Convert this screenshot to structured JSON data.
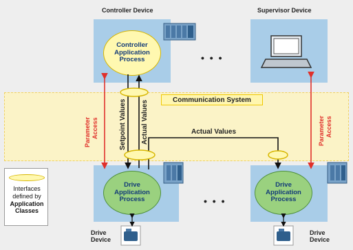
{
  "devices": {
    "controller_title": "Controller Device",
    "supervisor_title": "Supervisor Device",
    "drive_left_label": "Drive\nDevice",
    "drive_right_label": "Drive\nDevice"
  },
  "processes": {
    "controller": "Controller\nApplication\nProcess",
    "drive_left": "Drive\nApplication\nProcess",
    "drive_right": "Drive\nApplication\nProcess"
  },
  "communication": {
    "title": "Communication System"
  },
  "signals": {
    "setpoint_values": "Setpoint Values",
    "actual_values_vertical": "Actual Values",
    "actual_values_horizontal": "Actual Values",
    "parameter_access_left": "Parameter\nAccess",
    "parameter_access_right": "Parameter\nAccess"
  },
  "legend": {
    "line1": "Interfaces",
    "line2": "defined by",
    "line3": "Application",
    "line4": "Classes"
  },
  "ellipsis": "• • •"
}
